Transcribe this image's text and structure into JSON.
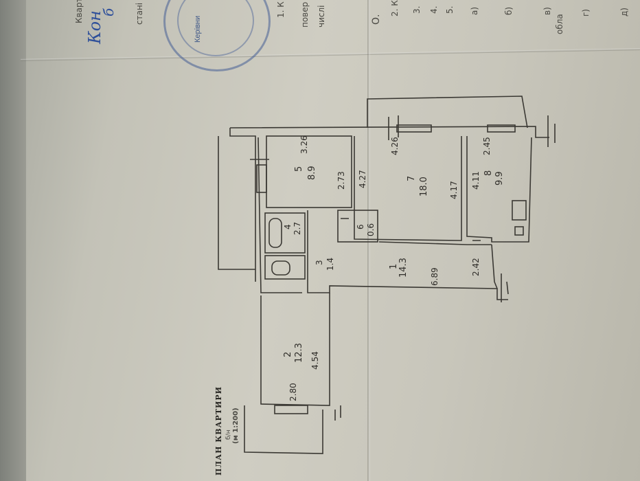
{
  "document": {
    "header_handwritten": "Кон",
    "header_handwritten_2": "б",
    "stamp_word": "Керівни",
    "printed_labels": [
      "Квартир",
      "стані сп",
      "1. К",
      "повер",
      "числі",
      "2. К",
      "3.",
      "4.",
      "5.",
      "а)",
      "б)",
      "в)",
      "г)",
      "д)",
      "обла",
      "О."
    ],
    "plan_title": "ПЛАН КВАРТИРИ",
    "plan_scale": "(м 1:200)",
    "scale_note": "б/н"
  },
  "rooms": [
    {
      "num": "5",
      "area": "8.9",
      "dims": [
        "3.26",
        "2.73"
      ]
    },
    {
      "num": "7",
      "area": "18.0",
      "dims": [
        "4.26",
        "4.27",
        "4.17"
      ]
    },
    {
      "num": "8",
      "area": "9.9",
      "dims": [
        "2.45",
        "4.11"
      ]
    },
    {
      "num": "6",
      "area": "0.6",
      "dims": []
    },
    {
      "num": "4",
      "area": "2.7",
      "dims": []
    },
    {
      "num": "3",
      "area": "1.4",
      "dims": []
    },
    {
      "num": "1",
      "area": "14.3",
      "dims": [
        "6.89",
        "2.42"
      ]
    },
    {
      "num": "2",
      "area": "12.3",
      "dims": [
        "2.80",
        "4.54"
      ]
    }
  ]
}
